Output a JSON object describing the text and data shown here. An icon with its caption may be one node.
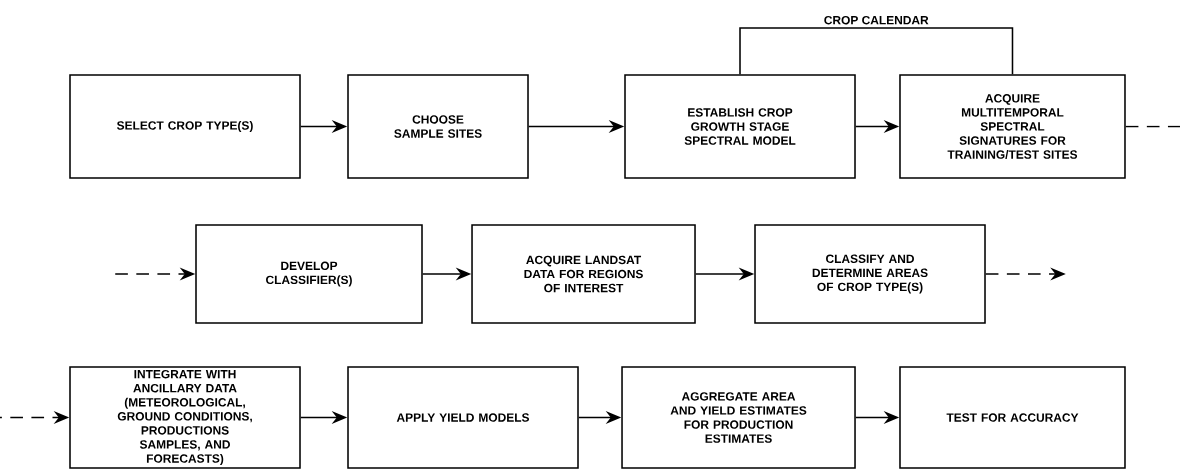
{
  "diagram": {
    "nodes": [
      {
        "text": [
          "SELECT CROP TYPE(S)"
        ]
      },
      {
        "text": [
          "CHOOSE SAMPLE SITES"
        ]
      },
      {
        "text": [
          "ESTABLISH CROP GROWTH STAGE SPECTRAL MODEL"
        ]
      },
      {
        "text": [
          "ACQUIRE MULTITEMPORAL SPECTRAL SIGNATURES FOR TRAINING/TEST SITES"
        ]
      },
      {
        "text": [
          "DEVELOP CLASSIFIER(S)"
        ]
      },
      {
        "text": [
          "ACQUIRE LANDSAT DATA FOR REGIONS OF INTEREST"
        ]
      },
      {
        "text": [
          "CLASSIFY AND DETERMINE AREAS OF CROP TYPE(S)"
        ]
      },
      {
        "text": [
          "INTEGRATE WITH ANCILLARY DATA (METEOROLOGICAL, GROUND CONDITIONS, PRODUCTIONS SAMPLES, AND FORECASTS)"
        ]
      },
      {
        "text": [
          "APPLY YIELD MODELS"
        ]
      },
      {
        "text": [
          "AGGREGATE AREA AND YIELD ESTIMATES FOR PRODUCTION ESTIMATES"
        ]
      },
      {
        "text": [
          "TEST FOR ACCURACY"
        ]
      }
    ],
    "edges": [
      {
        "from": 0,
        "to": 1,
        "arrow": "to"
      },
      {
        "from": 1,
        "to": 2,
        "arrow": "to"
      },
      {
        "from": 2,
        "to": 3,
        "arrow": "to"
      },
      {
        "from": 2,
        "to": 3,
        "arrow": "none",
        "label": "CROP CALENDAR"
      },
      {
        "from": 3,
        "to": null,
        "arrow": "none",
        "style": "dashed"
      },
      {
        "from": null,
        "to": 4,
        "arrow": "to",
        "style": "dashed"
      },
      {
        "from": 4,
        "to": 5,
        "arrow": "to"
      },
      {
        "from": 5,
        "to": 6,
        "arrow": "to"
      },
      {
        "from": 6,
        "to": null,
        "arrow": "to",
        "style": "dashed"
      },
      {
        "from": null,
        "to": 7,
        "arrow": "to",
        "style": "dashed"
      },
      {
        "from": 7,
        "to": 8,
        "arrow": "to"
      },
      {
        "from": 8,
        "to": 9,
        "arrow": "to"
      },
      {
        "from": 9,
        "to": 10,
        "arrow": "to"
      }
    ]
  }
}
